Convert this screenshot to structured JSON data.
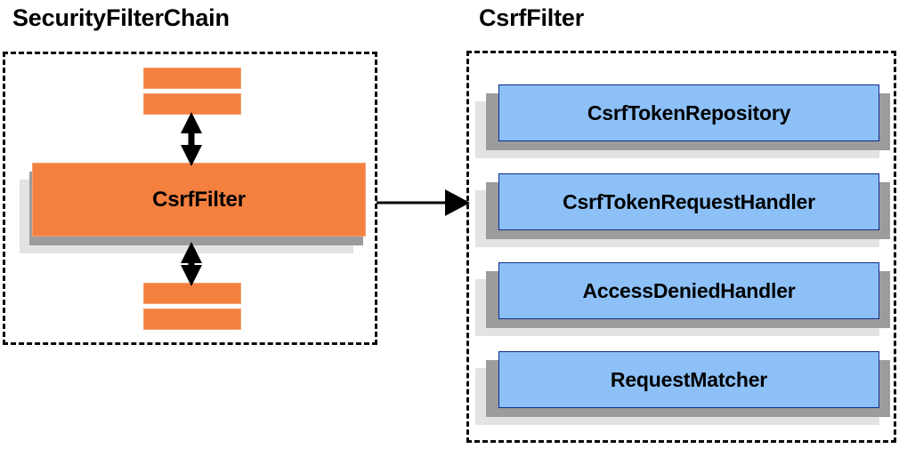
{
  "diagram": {
    "title_left": "SecurityFilterChain",
    "title_right": "CsrfFilter",
    "colors": {
      "orange_fill": "#F4803F",
      "orange_edge": "#F6A070",
      "blue_fill": "#8CC0F7",
      "blue_edge": "#122C8C",
      "shadow_near": "#9C9C9C",
      "shadow_far": "#E3E3E3",
      "outline": "#0A0A0A",
      "background": "#FFFFFF",
      "text": "#000000"
    }
  },
  "left_panel": {
    "title": "SecurityFilterChain",
    "main_filter": {
      "label": "CsrfFilter"
    },
    "stubs": [
      {
        "name": "filter-stub-top-1"
      },
      {
        "name": "filter-stub-top-2"
      },
      {
        "name": "filter-stub-bottom-1"
      },
      {
        "name": "filter-stub-bottom-2"
      }
    ],
    "connectors": [
      {
        "name": "chain-link-above",
        "style": "double-headed-vertical-arrow"
      },
      {
        "name": "chain-link-below",
        "style": "double-headed-vertical-arrow"
      }
    ]
  },
  "right_panel": {
    "title": "CsrfFilter",
    "collaborators": [
      {
        "label": "CsrfTokenRepository"
      },
      {
        "label": "CsrfTokenRequestHandler"
      },
      {
        "label": "AccessDeniedHandler"
      },
      {
        "label": "RequestMatcher"
      }
    ]
  },
  "cross_panel_connector": {
    "name": "expansion-arrow",
    "style": "single-headed-horizontal-arrow",
    "from": "SecurityFilterChain",
    "to": "CsrfFilter"
  }
}
